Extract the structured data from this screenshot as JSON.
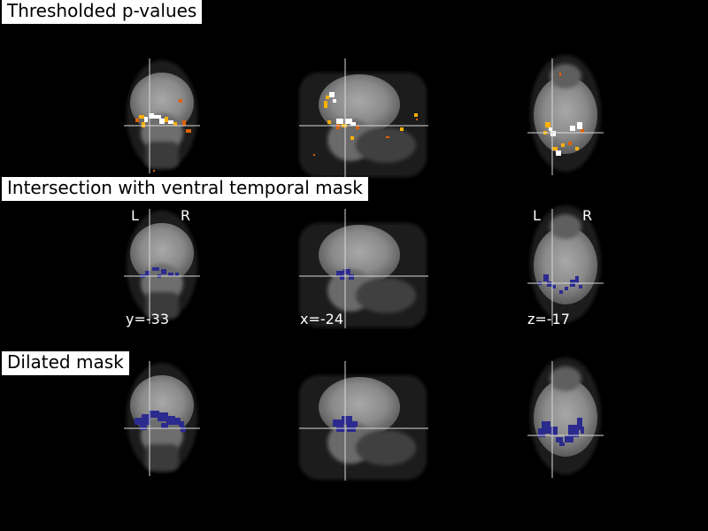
{
  "rows": [
    {
      "title": "Thresholded p-values",
      "overlay": "hot"
    },
    {
      "title": "Intersection with ventral temporal mask",
      "overlay": "mask"
    },
    {
      "title": "Dilated mask",
      "overlay": "mask-dilated"
    }
  ],
  "orientation": {
    "left": "L",
    "right": "R"
  },
  "coordinates": {
    "coronal": "y=-33",
    "sagittal": "x=-24",
    "axial": "z=-17"
  },
  "colors": {
    "background": "#000000",
    "brain": "#8a8a8a",
    "crosshair": "#d9d9d9",
    "hot_low": "#e06000",
    "hot_mid": "#ffb000",
    "hot_high": "#ffffff",
    "mask": "#2b2b8f"
  }
}
